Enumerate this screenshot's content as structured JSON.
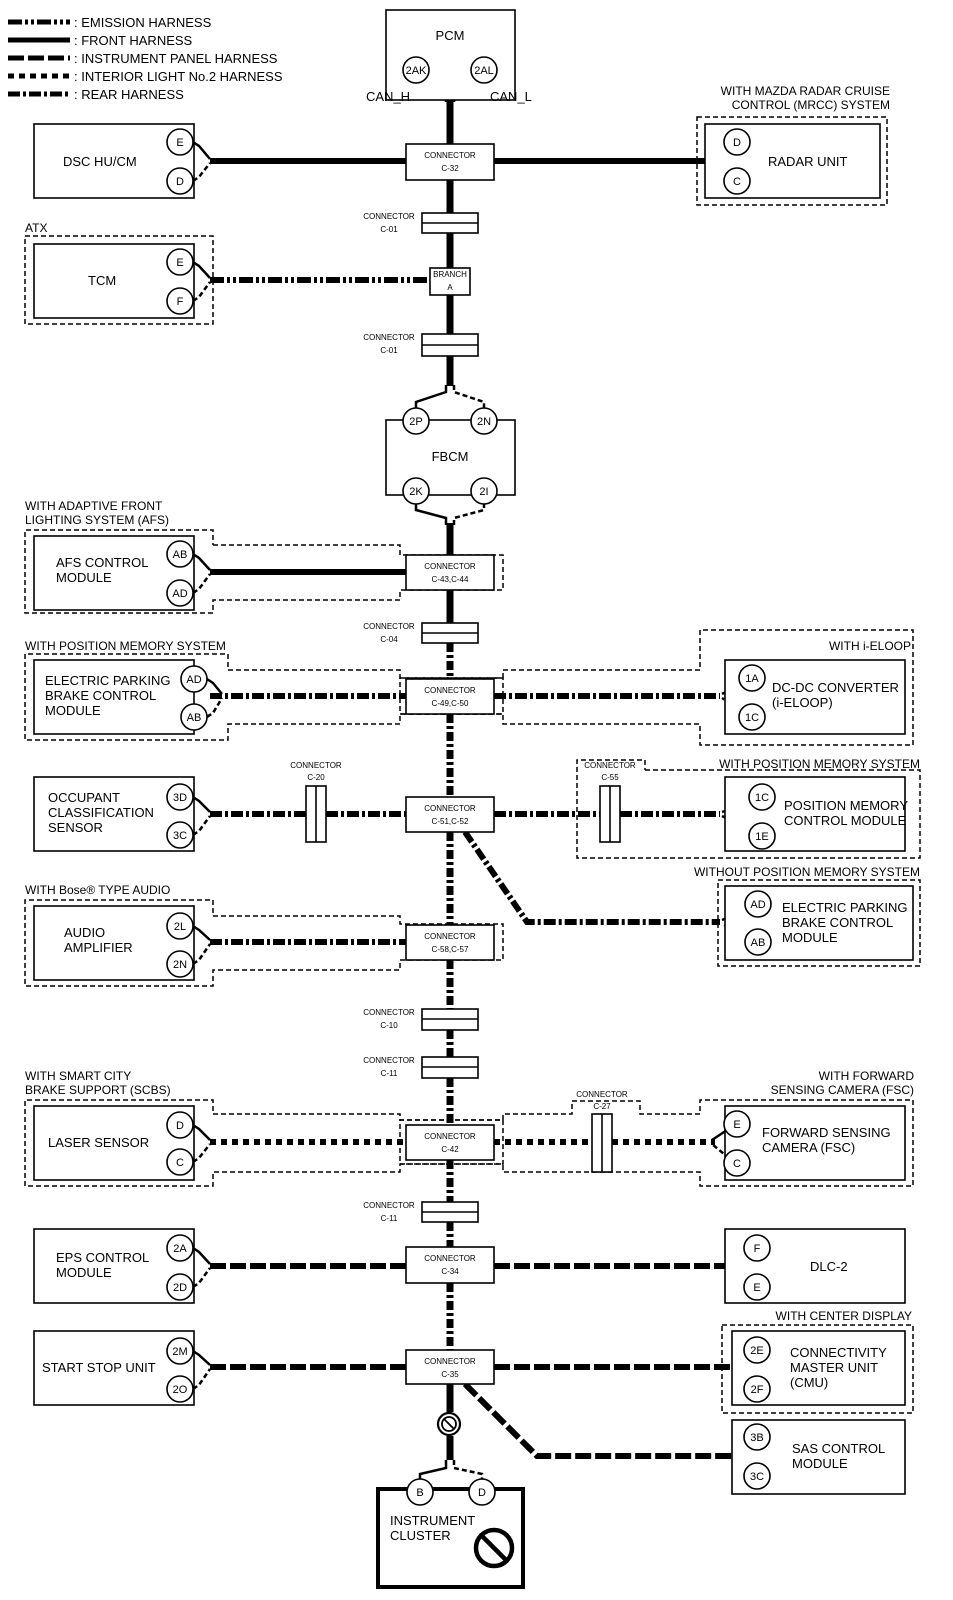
{
  "legend": [
    {
      "key": "emission",
      "label": ": EMISSION HARNESS"
    },
    {
      "key": "front",
      "label": ": FRONT HARNESS"
    },
    {
      "key": "ip",
      "label": ": INSTRUMENT PANEL HARNESS"
    },
    {
      "key": "il2",
      "label": ": INTERIOR LIGHT No.2 HARNESS"
    },
    {
      "key": "rear",
      "label": ": REAR HARNESS"
    }
  ],
  "words": {
    "connector": "CONNECTOR",
    "branch": "BRANCH",
    "branch_id": "A"
  },
  "can": {
    "high": "CAN_H",
    "low": "CAN_L"
  },
  "option_titles": {
    "mrcc": [
      "WITH MAZDA RADAR CRUISE",
      "CONTROL (MRCC) SYSTEM"
    ],
    "atx": [
      "ATX"
    ],
    "afs": [
      "WITH ADAPTIVE FRONT",
      "LIGHTING SYSTEM (AFS)"
    ],
    "pos_mem": [
      "WITH POSITION MEMORY SYSTEM"
    ],
    "ieloop": [
      "WITH i-ELOOP"
    ],
    "pos_mem_r": [
      "WITH POSITION MEMORY SYSTEM"
    ],
    "wo_pos_mem": [
      "WITHOUT POSITION MEMORY SYSTEM"
    ],
    "bose": [
      "WITH Bose® TYPE AUDIO"
    ],
    "scbs": [
      "WITH SMART CITY",
      "BRAKE SUPPORT (SCBS)"
    ],
    "fsc": [
      "WITH FORWARD",
      "SENSING CAMERA (FSC)"
    ],
    "center_display": [
      "WITH CENTER DISPLAY"
    ]
  },
  "modules": {
    "pcm": {
      "name": [
        "PCM"
      ],
      "pins": [
        "2AK",
        "2AL"
      ]
    },
    "dsc": {
      "name": [
        "DSC HU/CM"
      ],
      "pins": [
        "E",
        "D"
      ]
    },
    "radar": {
      "name": [
        "RADAR UNIT"
      ],
      "pins": [
        "D",
        "C"
      ]
    },
    "tcm": {
      "name": [
        "TCM"
      ],
      "pins": [
        "E",
        "F"
      ]
    },
    "fbcm": {
      "name": [
        "FBCM"
      ],
      "pins": [
        "2P",
        "2N",
        "2K",
        "2I"
      ]
    },
    "afs": {
      "name": [
        "AFS CONTROL",
        "MODULE"
      ],
      "pins": [
        "AB",
        "AD"
      ]
    },
    "epb1": {
      "name": [
        "ELECTRIC PARKING",
        "BRAKE CONTROL",
        "MODULE"
      ],
      "pins": [
        "AD",
        "AB"
      ]
    },
    "dcdc": {
      "name": [
        "DC-DC CONVERTER",
        "(i-ELOOP)"
      ],
      "pins": [
        "1A",
        "1C"
      ]
    },
    "ocs": {
      "name": [
        "OCCUPANT",
        "CLASSIFICATION",
        "SENSOR"
      ],
      "pins": [
        "3D",
        "3C"
      ]
    },
    "pmcm": {
      "name": [
        "POSITION MEMORY",
        "CONTROL MODULE"
      ],
      "pins": [
        "1C",
        "1E"
      ]
    },
    "epb2": {
      "name": [
        "ELECTRIC PARKING",
        "BRAKE CONTROL",
        "MODULE"
      ],
      "pins": [
        "AD",
        "AB"
      ]
    },
    "amp": {
      "name": [
        "AUDIO",
        "AMPLIFIER"
      ],
      "pins": [
        "2L",
        "2N"
      ]
    },
    "laser": {
      "name": [
        "LASER SENSOR"
      ],
      "pins": [
        "D",
        "C"
      ]
    },
    "fsc": {
      "name": [
        "FORWARD SENSING",
        "CAMERA (FSC)"
      ],
      "pins": [
        "E",
        "C"
      ]
    },
    "eps": {
      "name": [
        "EPS CONTROL",
        "MODULE"
      ],
      "pins": [
        "2A",
        "2D"
      ]
    },
    "dlc": {
      "name": [
        "DLC-2"
      ],
      "pins": [
        "F",
        "E"
      ]
    },
    "ssu": {
      "name": [
        "START STOP UNIT"
      ],
      "pins": [
        "2M",
        "2O"
      ]
    },
    "cmu": {
      "name": [
        "CONNECTIVITY",
        "MASTER UNIT",
        "(CMU)"
      ],
      "pins": [
        "2E",
        "2F"
      ]
    },
    "sas": {
      "name": [
        "SAS CONTROL",
        "MODULE"
      ],
      "pins": [
        "3B",
        "3C"
      ]
    },
    "ic": {
      "name": [
        "INSTRUMENT",
        "CLUSTER"
      ],
      "pins": [
        "B",
        "D"
      ]
    }
  },
  "joint_connectors": [
    "C-32",
    "C-43,C-44",
    "C-49,C-50",
    "C-51,C-52",
    "C-58,C-57",
    "C-42",
    "C-34",
    "C-35"
  ],
  "inline_connectors": [
    "C-01",
    "C-01",
    "C-04",
    "C-10",
    "C-11",
    "C-11"
  ],
  "side_connectors": [
    "C-20",
    "C-55",
    "C-27"
  ],
  "colors": {
    "ink": "#000000",
    "paper": "#ffffff"
  }
}
